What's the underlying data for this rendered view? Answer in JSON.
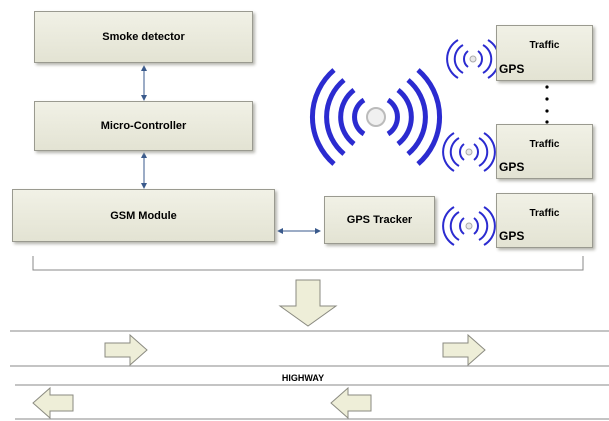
{
  "boxes": {
    "smoke": "Smoke detector",
    "micro": "Micro-Controller",
    "gsm": "GSM Module",
    "gps_tracker": "GPS Tracker"
  },
  "traffic": [
    {
      "label": "Traffic",
      "gps": "GPS"
    },
    {
      "label": "Traffic",
      "gps": "GPS"
    },
    {
      "label": "Traffic",
      "gps": "GPS"
    }
  ],
  "road": {
    "label": "HIGHWAY"
  },
  "colors": {
    "signal": "#2b2bd0",
    "box_fill": "#e8e8dc",
    "box_border": "#9a9a90",
    "arrow_fill": "#eeeed8",
    "connector": "#3a5a8c"
  }
}
